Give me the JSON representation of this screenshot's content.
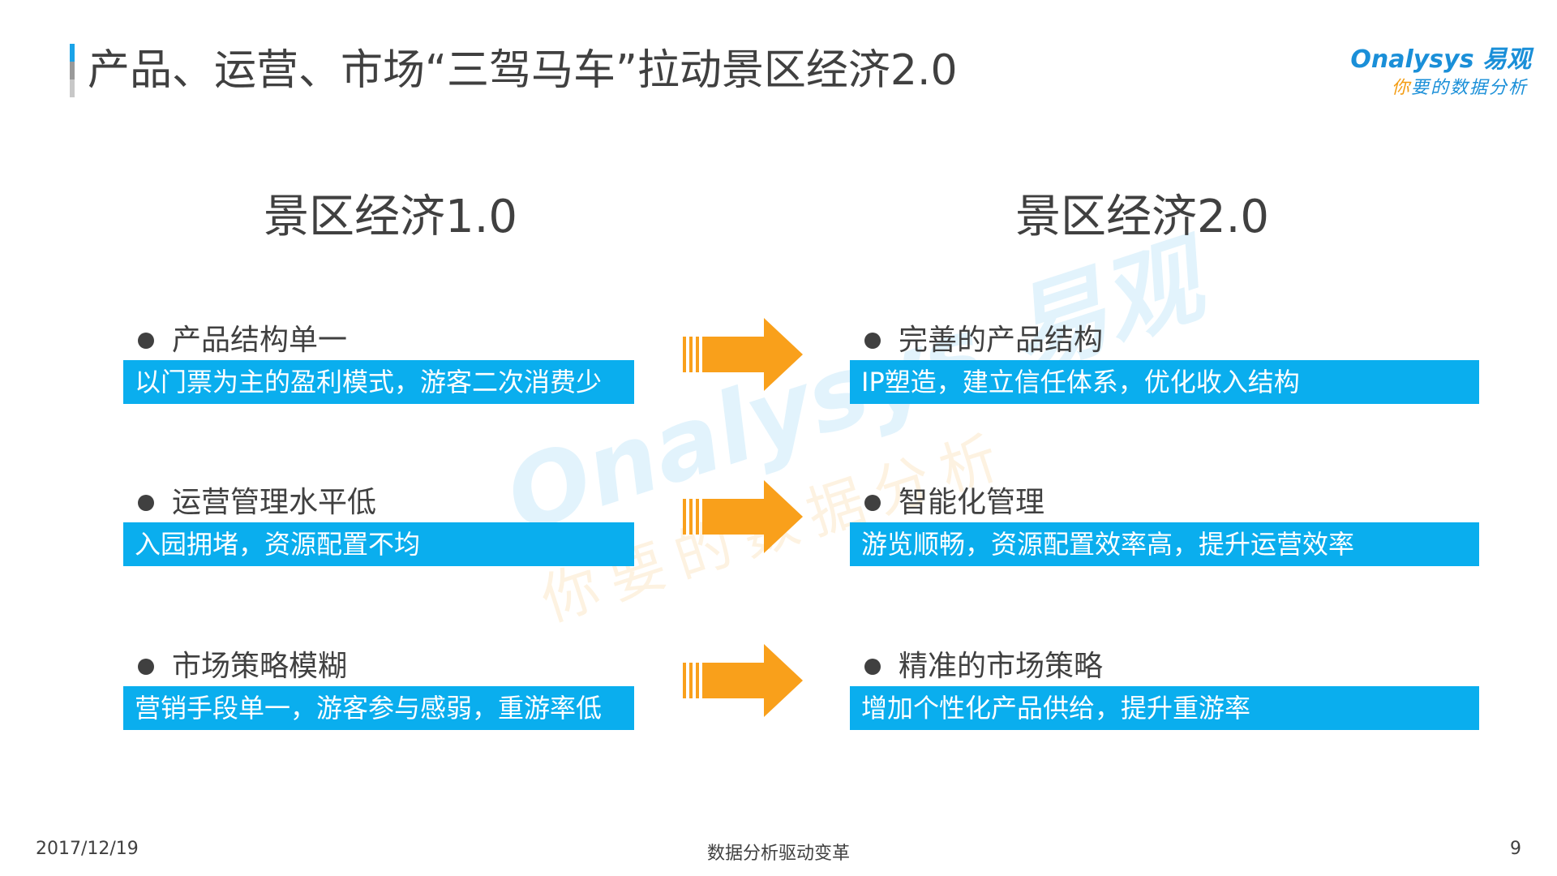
{
  "title": "产品、运营、市场“三驾马车”拉动景区经济2.0",
  "logo": {
    "brand": "nalysys 易观",
    "brand_prefix": "O",
    "slogan_first": "你",
    "slogan_rest": "要的数据分析"
  },
  "watermark": {
    "line1": "Onalysys 易观",
    "line2": "你要的数据分析"
  },
  "left_column": {
    "heading": "景区经济1.0",
    "items": [
      {
        "head": "产品结构单一",
        "bar": "以门票为主的盈利模式，游客二次消费少"
      },
      {
        "head": "运营管理水平低",
        "bar": "入园拥堵，资源配置不均"
      },
      {
        "head": "市场策略模糊",
        "bar": "营销手段单一，游客参与感弱，重游率低"
      }
    ]
  },
  "right_column": {
    "heading": "景区经济2.0",
    "items": [
      {
        "head": "完善的产品结构",
        "bar": "IP塑造，建立信任体系，优化收入结构"
      },
      {
        "head": "智能化管理",
        "bar": "游览顺畅，资源配置效率高，提升运营效率"
      },
      {
        "head": "精准的市场策略",
        "bar": "增加个性化产品供给，提升重游率"
      }
    ]
  },
  "colors": {
    "accent_blue": "#0aaeee",
    "arrow_orange": "#f9a01b",
    "text": "#404040"
  },
  "footer": {
    "date": "2017/12/19",
    "center": "数据分析驱动变革",
    "page": "9"
  }
}
